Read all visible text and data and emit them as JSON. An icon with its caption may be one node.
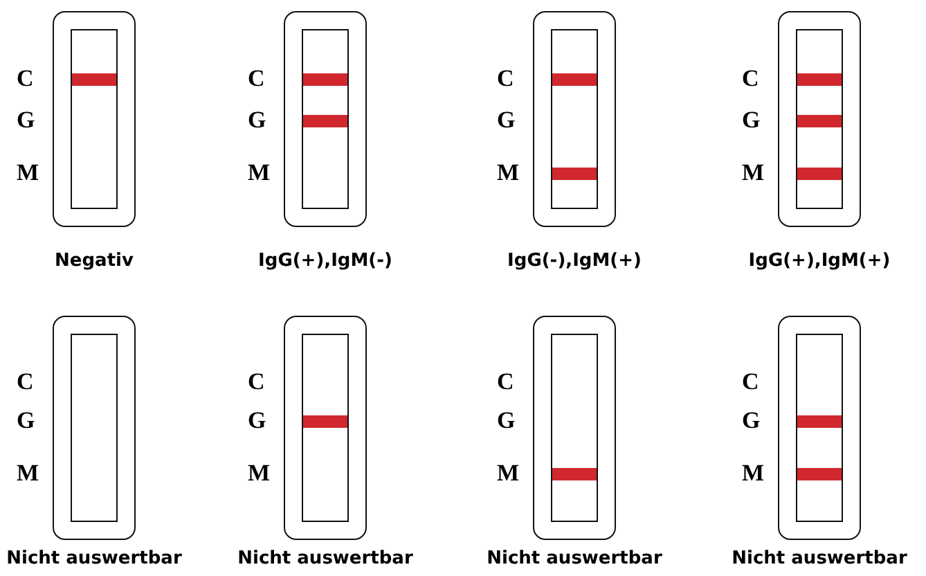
{
  "diagram": {
    "nodes": [
      {
        "text": [],
        "shape": "box",
        "beside": [
          "C",
          "G",
          "M",
          "Negativ"
        ]
      },
      {
        "text": [],
        "shape": "bar",
        "in": 0
      },
      {
        "text": [],
        "shape": "box",
        "beside": [
          "C",
          "G",
          "M",
          "IgG(+),IgM(-)"
        ]
      },
      {
        "text": [],
        "shape": "bar",
        "in": 2
      },
      {
        "text": [],
        "shape": "bar",
        "in": 2
      },
      {
        "text": [],
        "shape": "box",
        "beside": [
          "C",
          "G",
          "M",
          "IgG(-),IgM(+)"
        ]
      },
      {
        "text": [],
        "shape": "bar",
        "in": 5
      },
      {
        "text": [],
        "shape": "bar",
        "in": 5
      },
      {
        "text": [],
        "shape": "box",
        "beside": [
          "C",
          "G",
          "M",
          "IgG(+),IgM(+)"
        ]
      },
      {
        "text": [],
        "shape": "bar",
        "in": 8
      },
      {
        "text": [],
        "shape": "bar",
        "in": 8
      },
      {
        "text": [],
        "shape": "bar",
        "in": 8
      },
      {
        "text": [],
        "shape": "box",
        "beside": [
          "C",
          "G",
          "M",
          "Nicht auswertbar"
        ]
      },
      {
        "text": [],
        "shape": "box",
        "beside": [
          "C",
          "G",
          "M",
          "Nicht auswertbar"
        ]
      },
      {
        "text": [],
        "shape": "bar",
        "in": 13
      },
      {
        "text": [],
        "shape": "box",
        "beside": [
          "C",
          "G",
          "M",
          "Nicht auswertbar"
        ]
      },
      {
        "text": [],
        "shape": "bar",
        "in": 15
      },
      {
        "text": [],
        "shape": "box",
        "beside": [
          "C",
          "G",
          "M",
          "Nicht auswertbar"
        ]
      },
      {
        "text": [],
        "shape": "bar",
        "in": 17
      },
      {
        "text": [],
        "shape": "bar",
        "in": 17
      }
    ]
  }
}
